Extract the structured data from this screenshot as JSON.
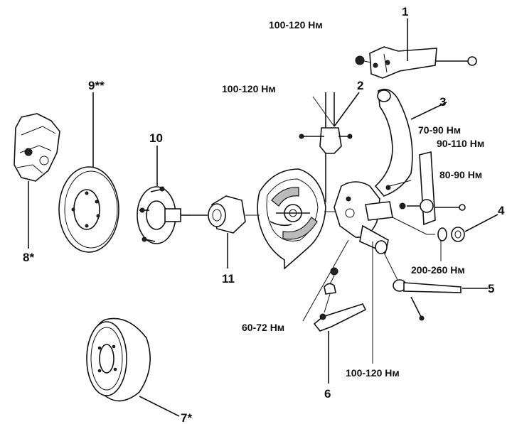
{
  "parts": {
    "p1": "1",
    "p2": "2",
    "p3": "3",
    "p4": "4",
    "p5": "5",
    "p6": "6",
    "p7": "7*",
    "p8": "8*",
    "p9": "9**",
    "p10": "10",
    "p11": "11"
  },
  "torques": {
    "t_top_bracket": "100-120 Нм",
    "t_strut": "100-120 Нм",
    "t_70_90": "70-90 Нм",
    "t_90_110": "90-110 Нм",
    "t_80_90": "80-90 Нм",
    "t_200_260": "200-260 Нм",
    "t_60_72": "60-72 Нм",
    "t_bottom": "100-120 Нм"
  }
}
